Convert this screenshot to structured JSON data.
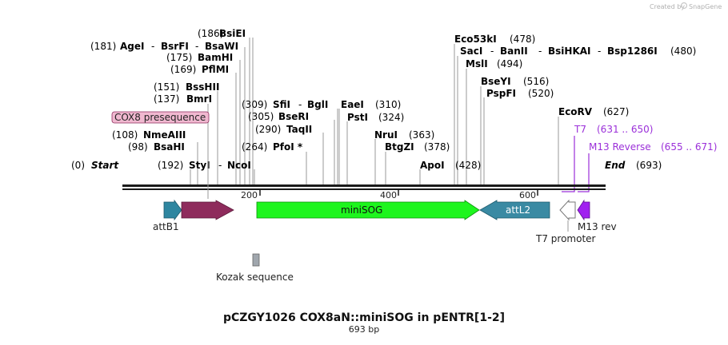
{
  "watermark": "Created by",
  "watermark_brand": "SnapGene",
  "title": "pCZGY1026 COX8aN::miniSOG in pENTR[1-2]",
  "subtitle": "693 bp",
  "start_label": "Start",
  "start_pos": "(0)",
  "end_label": "End",
  "end_pos": "(693)",
  "ruler": {
    "tick200": "200",
    "tick400": "400",
    "tick600": "600"
  },
  "sites": {
    "bsiei": {
      "pos": "(186)",
      "name": "BsiEI"
    },
    "agei": {
      "pos": "(181)",
      "name": "AgeI"
    },
    "bsrfi": {
      "name": "BsrFI"
    },
    "bsawi": {
      "name": "BsaWI"
    },
    "bamhi": {
      "pos": "(175)",
      "name": "BamHI"
    },
    "pflmi": {
      "pos": "(169)",
      "name": "PflMI"
    },
    "bsshii": {
      "pos": "(151)",
      "name": "BssHII"
    },
    "bmri": {
      "pos": "(137)",
      "name": "BmrI"
    },
    "nmeaiii": {
      "pos": "(108)",
      "name": "NmeAIII"
    },
    "bsahi": {
      "pos": "(98)",
      "name": "BsaHI"
    },
    "styi": {
      "pos": "(192)",
      "name": "StyI"
    },
    "ncoi": {
      "name": "NcoI"
    },
    "sfii": {
      "pos": "(309)",
      "name": "SfiI"
    },
    "bgli": {
      "name": "BglI"
    },
    "bseri": {
      "pos": "(305)",
      "name": "BseRI"
    },
    "taqii": {
      "pos": "(290)",
      "name": "TaqII"
    },
    "pfoi": {
      "pos": "(264)",
      "name": "PfoI *"
    },
    "eaei": {
      "pos": "(310)",
      "name": "EaeI"
    },
    "psti": {
      "pos": "(324)",
      "name": "PstI"
    },
    "nrui": {
      "pos": "(363)",
      "name": "NruI"
    },
    "btgzi": {
      "pos": "(378)",
      "name": "BtgZI"
    },
    "apoi": {
      "pos": "(428)",
      "name": "ApoI"
    },
    "eco53ki": {
      "pos": "(478)",
      "name": "Eco53kI"
    },
    "saci": {
      "name": "SacI"
    },
    "banii": {
      "name": "BanII"
    },
    "bsihkai": {
      "name": "BsiHKAI"
    },
    "bsp1286i": {
      "pos": "(480)",
      "name": "Bsp1286I"
    },
    "msli": {
      "pos": "(494)",
      "name": "MslI"
    },
    "bseyi": {
      "pos": "(516)",
      "name": "BseYI"
    },
    "pspfi": {
      "pos": "(520)",
      "name": "PspFI"
    },
    "ecorv": {
      "pos": "(627)",
      "name": "EcoRV"
    }
  },
  "sep": "-",
  "primers": {
    "t7": {
      "name": "T7",
      "range": "(631 .. 650)",
      "color": "#9b30d9"
    },
    "m13r": {
      "name": "M13 Reverse",
      "range": "(655 .. 671)",
      "color": "#9b30d9"
    }
  },
  "features": {
    "cox8": {
      "label": "COX8 presequence",
      "color": "#8e2b5c",
      "box_color": "#f0b8d0"
    },
    "attb1": {
      "label": "attB1",
      "color": "#2e86a0"
    },
    "minisog": {
      "label": "miniSOG",
      "color": "#1ef51e"
    },
    "attl2": {
      "label": "attL2",
      "color": "#3a8aa3"
    },
    "t7promoter": {
      "label": "T7 promoter"
    },
    "m13rev": {
      "label": "M13 rev",
      "color": "#a020f0"
    },
    "kozak": {
      "label": "Kozak sequence",
      "color": "#a0a6ad"
    }
  }
}
